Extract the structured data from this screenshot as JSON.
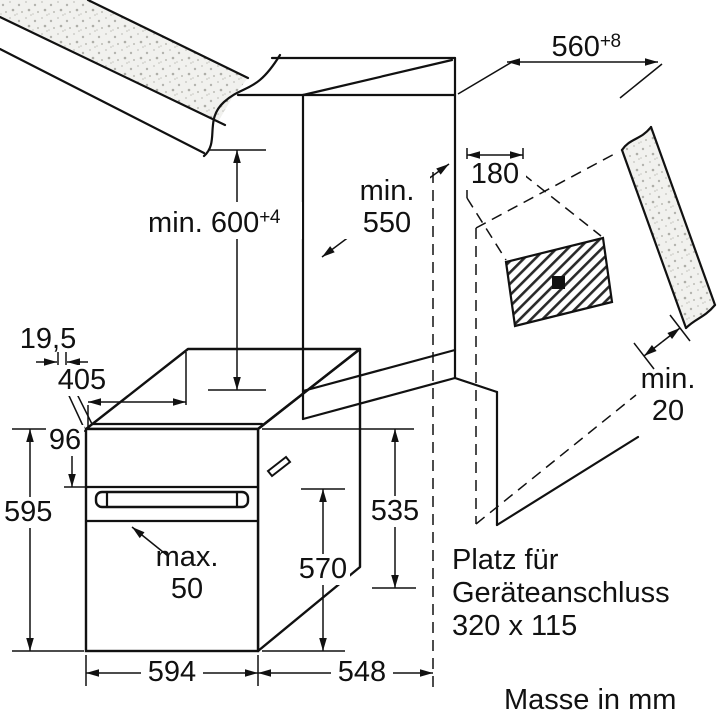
{
  "drawing": {
    "background": "#ffffff",
    "line_color": "#111111",
    "accent_fill_hatch": "#2a2a2a",
    "labels": {
      "niche_depth": {
        "main": "560",
        "sup": "+8"
      },
      "niche_height": {
        "main": "min. 600",
        "sup": "+4"
      },
      "niche_clearance": {
        "line1": "min.",
        "line2": "550"
      },
      "connection_width": "180",
      "front_overhang": "19,5",
      "top_depth": "405",
      "panel_height": "96",
      "oven_height": "595",
      "handle_clearance": {
        "line1": "max.",
        "line2": "50"
      },
      "oven_width": "594",
      "oven_depth": "548",
      "inner_height": "570",
      "rear_height": "535",
      "rear_gap": {
        "line1": "min.",
        "line2": "20"
      },
      "connection_note": {
        "line1": "Platz für",
        "line2": "Geräteanschluss",
        "line3": "320 x 115"
      },
      "units_note": "Masse in mm"
    }
  }
}
